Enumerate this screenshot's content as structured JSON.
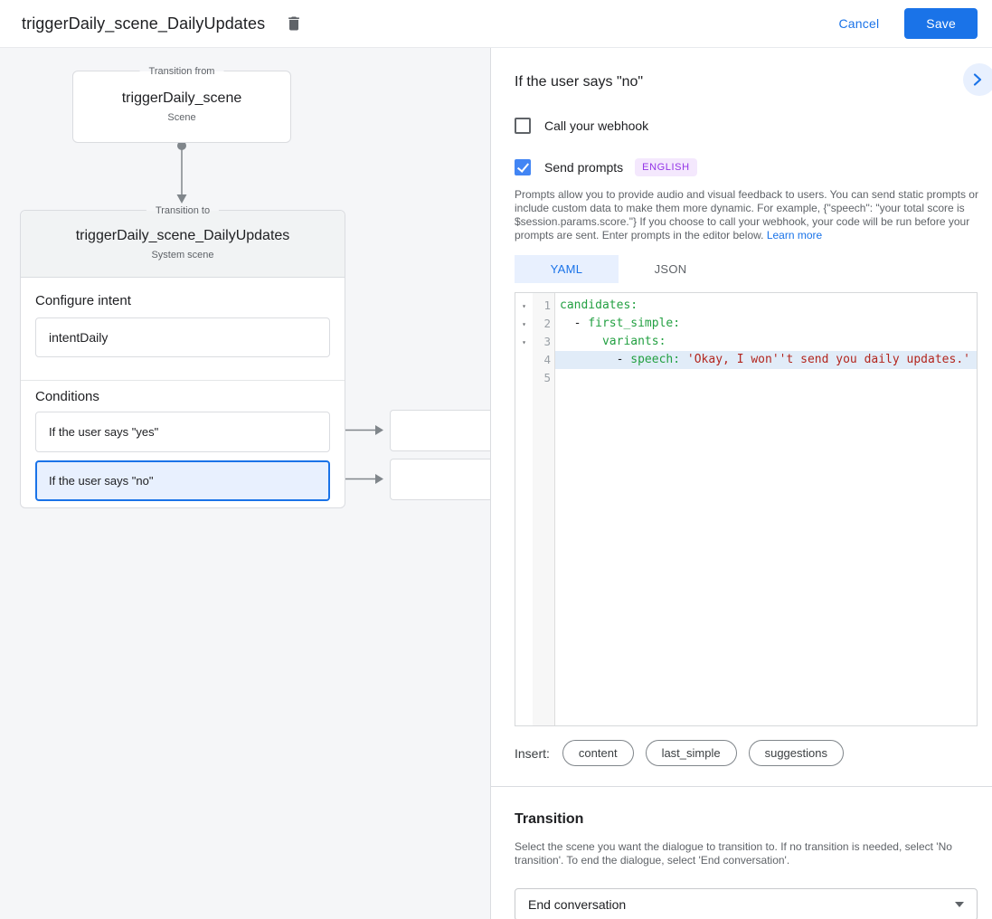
{
  "header": {
    "title": "triggerDaily_scene_DailyUpdates",
    "cancel_label": "Cancel",
    "save_label": "Save"
  },
  "canvas": {
    "transition_from": {
      "legend": "Transition from",
      "title": "triggerDaily_scene",
      "subtitle": "Scene"
    },
    "transition_to": {
      "legend": "Transition to",
      "title": "triggerDaily_scene_DailyUpdates",
      "subtitle": "System scene",
      "configure_intent_label": "Configure intent",
      "intent_value": "intentDaily",
      "conditions_label": "Conditions",
      "conditions": [
        {
          "label": "If the user says \"yes\"",
          "selected": false
        },
        {
          "label": "If the user says \"no\"",
          "selected": true
        }
      ]
    }
  },
  "panel": {
    "title": "If the user says \"no\"",
    "webhook_checkbox": {
      "label": "Call your webhook",
      "checked": false
    },
    "prompts_checkbox": {
      "label": "Send prompts",
      "checked": true,
      "badge": "ENGLISH"
    },
    "description": "Prompts allow you to provide audio and visual feedback to users. You can send static prompts or include custom data to make them more dynamic. For example, {\"speech\": \"your total score is $session.params.score.\"} If you choose to call your webhook, your code will be run before your prompts are sent. Enter prompts in the editor below.",
    "learn_more": "Learn more",
    "tabs": [
      {
        "label": "YAML",
        "active": true
      },
      {
        "label": "JSON",
        "active": false
      }
    ],
    "editor": {
      "lines": [
        {
          "num": 1,
          "fold": true,
          "highlight": false,
          "segments": [
            {
              "t": "candidates:",
              "c": "key"
            }
          ]
        },
        {
          "num": 2,
          "fold": true,
          "highlight": false,
          "segments": [
            {
              "t": "  - ",
              "c": "plain"
            },
            {
              "t": "first_simple:",
              "c": "key"
            }
          ]
        },
        {
          "num": 3,
          "fold": true,
          "highlight": false,
          "segments": [
            {
              "t": "      ",
              "c": "plain"
            },
            {
              "t": "variants:",
              "c": "key"
            }
          ]
        },
        {
          "num": 4,
          "fold": false,
          "highlight": true,
          "segments": [
            {
              "t": "        - ",
              "c": "plain"
            },
            {
              "t": "speech: ",
              "c": "key"
            },
            {
              "t": "'Okay, I won''t send you daily updates.'",
              "c": "string"
            }
          ]
        },
        {
          "num": 5,
          "fold": false,
          "highlight": false,
          "segments": []
        }
      ]
    },
    "insert_label": "Insert:",
    "insert_chips": [
      "content",
      "last_simple",
      "suggestions"
    ],
    "transition": {
      "heading": "Transition",
      "description": "Select the scene you want the dialogue to transition to. If no transition is needed, select 'No transition'. To end the dialogue, select 'End conversation'.",
      "dropdown_value": "End conversation"
    }
  },
  "colors": {
    "accent": "#1a73e8",
    "accent_light": "#e8f0fe",
    "checkbox_checked": "#4285f4",
    "badge_bg": "#f4e8fd",
    "badge_text": "#9334e6",
    "code_key": "#23a042",
    "code_string": "#b3261e",
    "line_highlight": "#e1ecf8"
  }
}
